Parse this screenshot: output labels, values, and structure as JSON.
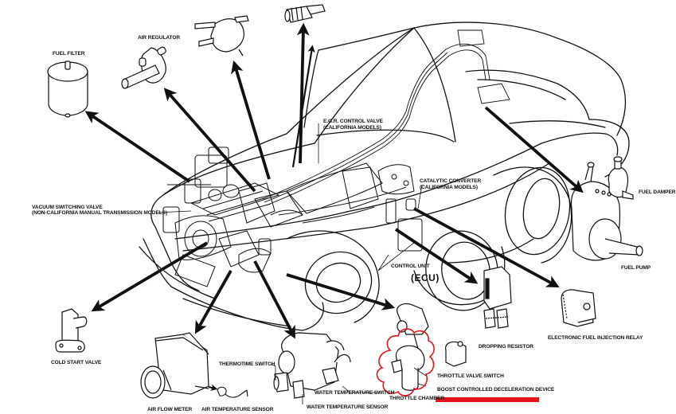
{
  "diagram": {
    "title": "Electronic fuel injection component locations",
    "colors": {
      "line": "#111111",
      "highlight": "#e8141b",
      "background": "#ffffff"
    },
    "components": [
      {
        "id": "fuel-filter",
        "label": "FUEL FILTER"
      },
      {
        "id": "air-regulator",
        "label": "AIR REGULATOR"
      },
      {
        "id": "pressure-regulator",
        "label": ""
      },
      {
        "id": "injector",
        "label": ""
      },
      {
        "id": "egr-control-valve",
        "label": "E.G.R. CONTROL VALVE",
        "note": "(CALIFORNIA MODELS)"
      },
      {
        "id": "vacuum-switching-valve",
        "label": "VACUUM SWITCHING VALVE",
        "note": "(NON-CALIFORNIA MANUAL TRANSMISSION MODELS)"
      },
      {
        "id": "catalytic-converter",
        "label": "CATALYTIC CONVERTER",
        "note": "(CALIFORNIA MODELS)"
      },
      {
        "id": "control-unit",
        "label": "CONTROL UNIT",
        "note": "(ECU)"
      },
      {
        "id": "fuel-damper",
        "label": "FUEL DAMPER"
      },
      {
        "id": "fuel-pump",
        "label": "FUEL PUMP"
      },
      {
        "id": "dropping-resistor",
        "label": "DROPPING RESISTOR"
      },
      {
        "id": "efi-relay",
        "label": "ELECTRONIC FUEL INJECTION RELAY"
      },
      {
        "id": "cold-start-valve",
        "label": "COLD START VALVE"
      },
      {
        "id": "air-flow-meter",
        "label": "AIR FLOW METER"
      },
      {
        "id": "air-temperature-sensor",
        "label": "AIR TEMPERATURE SENSOR"
      },
      {
        "id": "thermotime-switch",
        "label": "THERMOTIME SWITCH"
      },
      {
        "id": "water-temperature-switch",
        "label": "WATER TEMPERATURE SWITCH"
      },
      {
        "id": "water-temperature-sensor",
        "label": "WATER TEMPERATURE SENSOR"
      },
      {
        "id": "throttle-valve-switch",
        "label": "THROTTLE VALVE SWITCH"
      },
      {
        "id": "bcdd",
        "label": "BOOST CONTROLLED DECELERATION DEVICE"
      },
      {
        "id": "throttle-chamber",
        "label": "THROTTLE CHAMBER"
      }
    ],
    "annotations": {
      "highlighted_component": "THROTTLE CHAMBER",
      "underlined_label": "BOOST CONTROLLED DECELERATION DEVICE"
    }
  }
}
